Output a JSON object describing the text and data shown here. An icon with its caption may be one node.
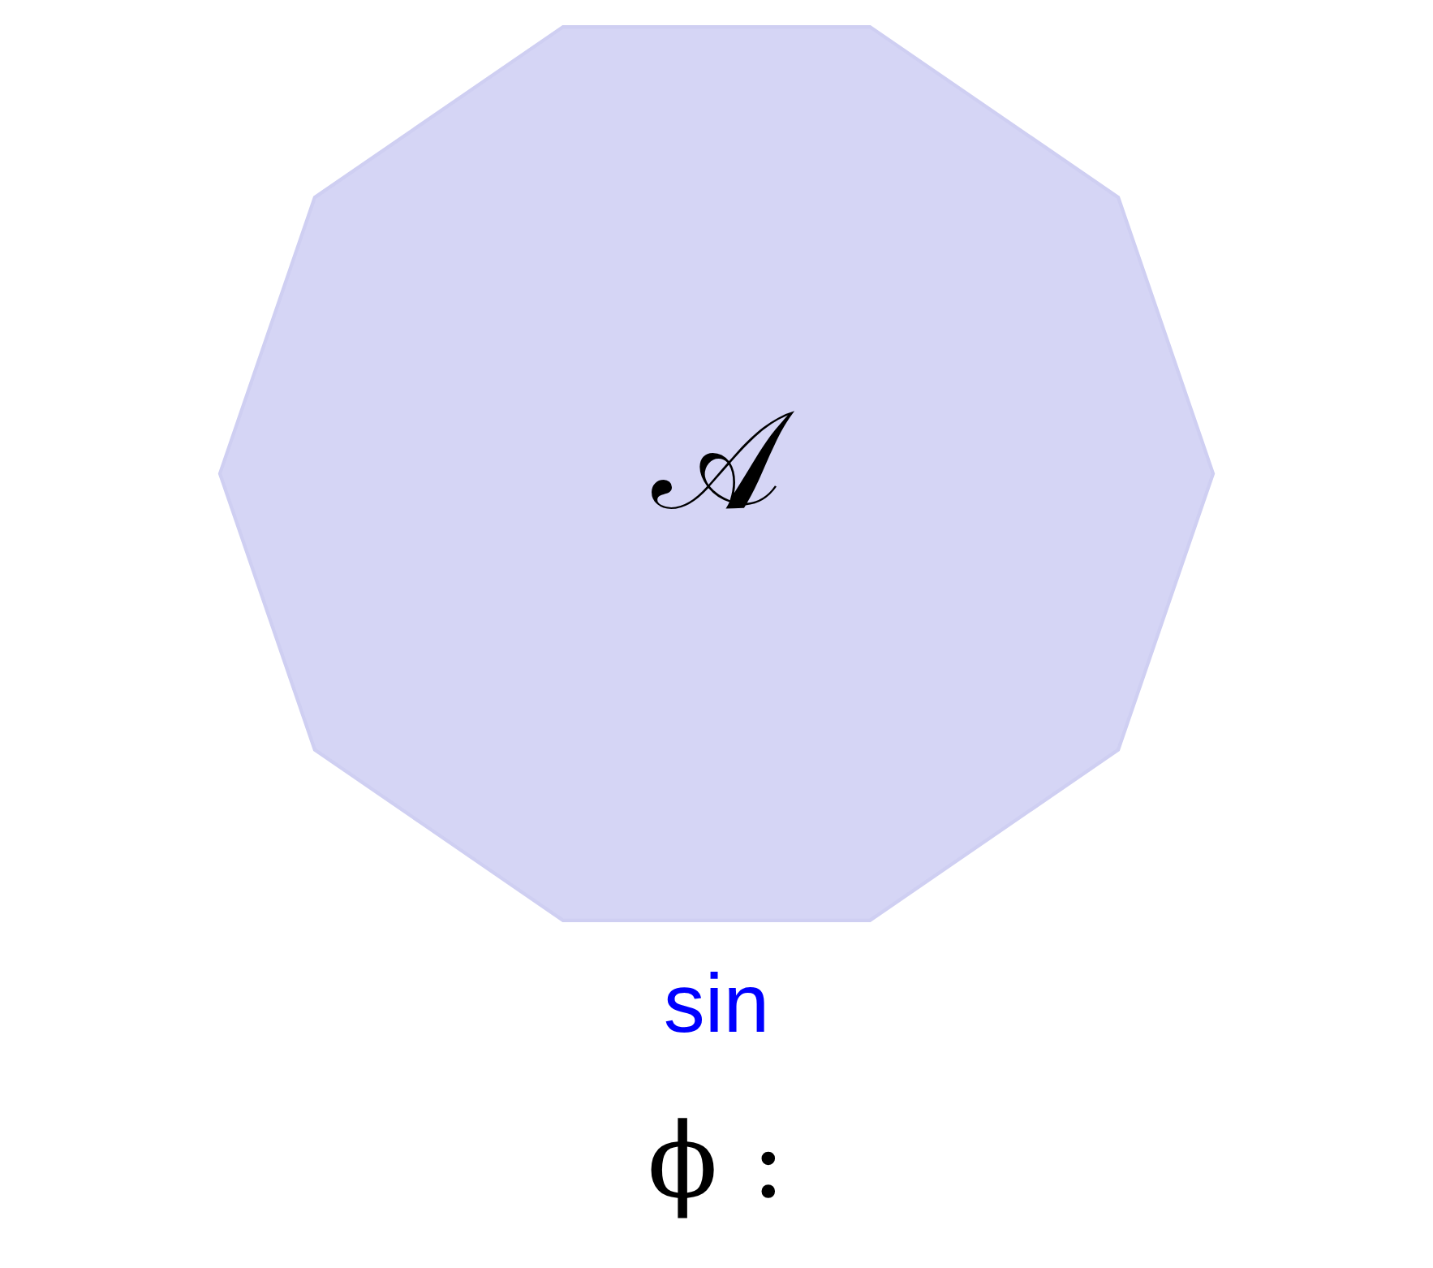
{
  "diagram": {
    "nodes": [
      {
        "text": [
          "𝒜"
        ]
      }
    ],
    "labels": [
      "sin",
      "ϕ :"
    ]
  }
}
